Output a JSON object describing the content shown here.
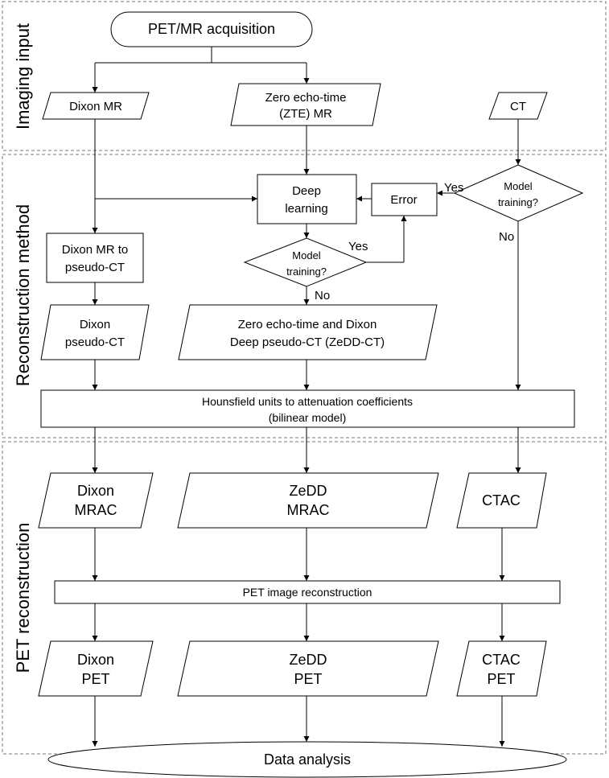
{
  "panels": {
    "imaging_input": "Imaging input",
    "reconstruction_method": "Reconstruction method",
    "pet_reconstruction": "PET reconstruction"
  },
  "nodes": {
    "acquisition": "PET/MR acquisition",
    "dixon_mr": "Dixon MR",
    "zte_mr_line1": "Zero echo-time",
    "zte_mr_line2": "(ZTE) MR",
    "ct": "CT",
    "deep_learning_line1": "Deep",
    "deep_learning_line2": "learning",
    "error": "Error",
    "model_training_line1": "Model",
    "model_training_line2": "training?",
    "dixon_to_pct_line1": "Dixon MR to",
    "dixon_to_pct_line2": "pseudo-CT",
    "dixon_pct_line1": "Dixon",
    "dixon_pct_line2": "pseudo-CT",
    "zedd_ct_line1": "Zero echo-time and Dixon",
    "zedd_ct_line2": "Deep pseudo-CT (ZeDD-CT)",
    "hu_line1": "Hounsfield units to attenuation coefficients",
    "hu_line2": "(bilinear model)",
    "dixon_mrac_line1": "Dixon",
    "dixon_mrac_line2": "MRAC",
    "zedd_mrac_line1": "ZeDD",
    "zedd_mrac_line2": "MRAC",
    "ctac": "CTAC",
    "pet_recon": "PET image reconstruction",
    "dixon_pet_line1": "Dixon",
    "dixon_pet_line2": "PET",
    "zedd_pet_line1": "ZeDD",
    "zedd_pet_line2": "PET",
    "ctac_pet_line1": "CTAC",
    "ctac_pet_line2": "PET",
    "data_analysis": "Data analysis"
  },
  "edge_labels": {
    "yes": "Yes",
    "no": "No"
  }
}
